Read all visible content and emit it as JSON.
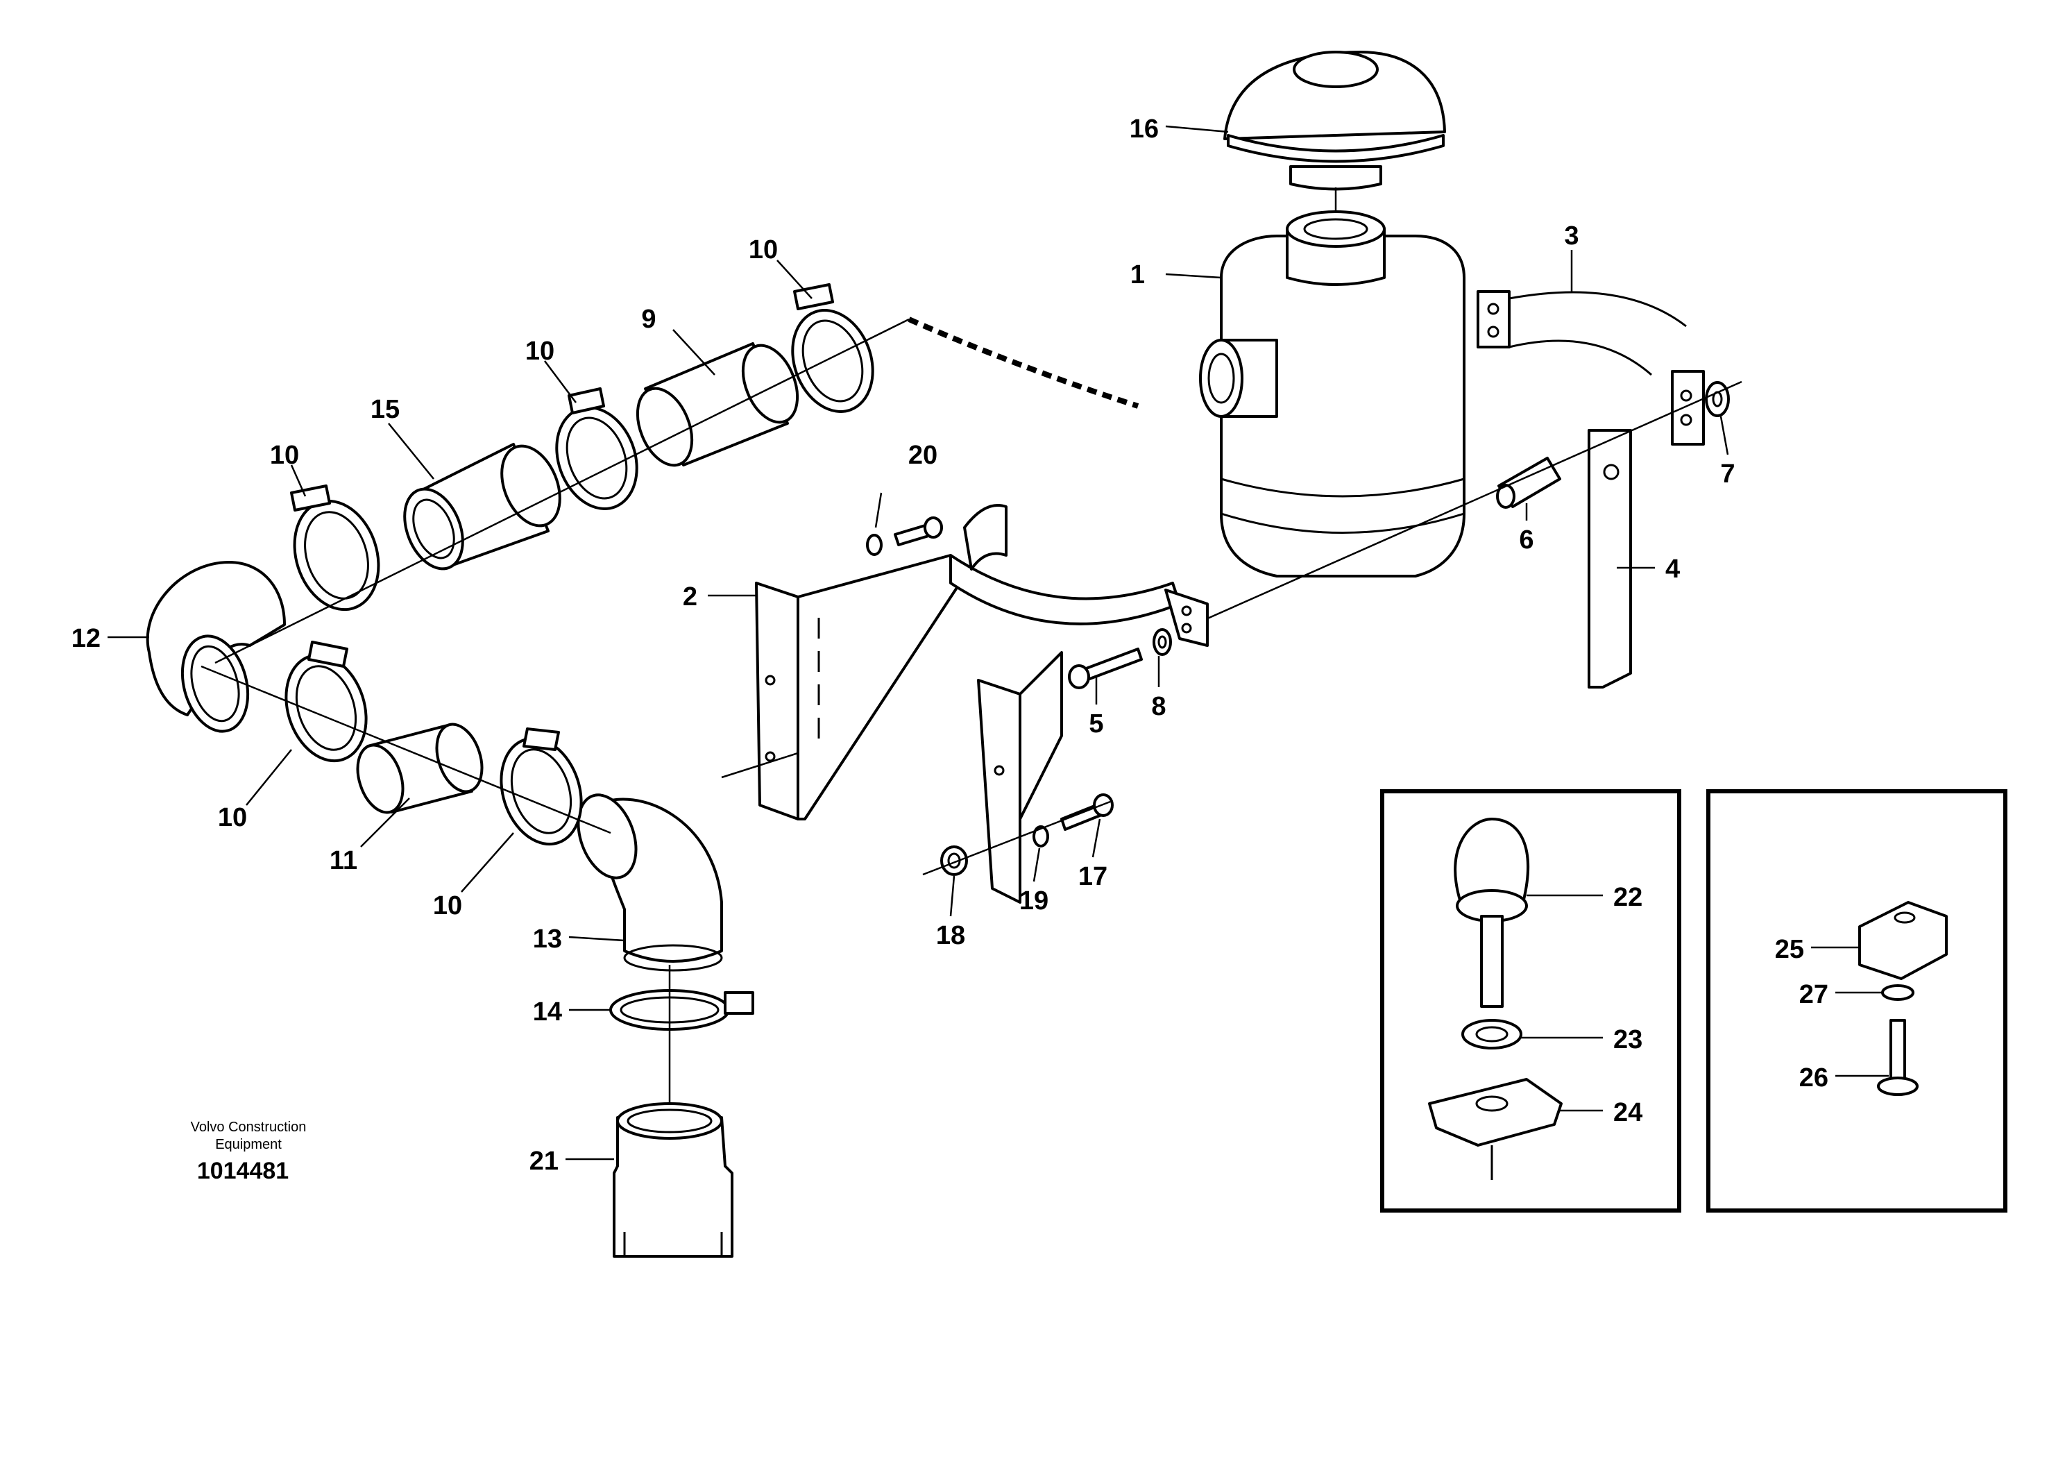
{
  "callouts": {
    "c1": "1",
    "c2": "2",
    "c3": "3",
    "c4": "4",
    "c5": "5",
    "c6": "6",
    "c7": "7",
    "c8": "8",
    "c9": "9",
    "c10": "10",
    "c11": "11",
    "c12": "12",
    "c13": "13",
    "c14": "14",
    "c15": "15",
    "c16": "16",
    "c17": "17",
    "c18": "18",
    "c19": "19",
    "c20": "20",
    "c21": "21",
    "c22": "22",
    "c23": "23",
    "c24": "24",
    "c25": "25",
    "c26": "26",
    "c27": "27"
  },
  "credit": {
    "line1": "Volvo Construction",
    "line2": "Equipment",
    "drawing_number": "1014481"
  }
}
